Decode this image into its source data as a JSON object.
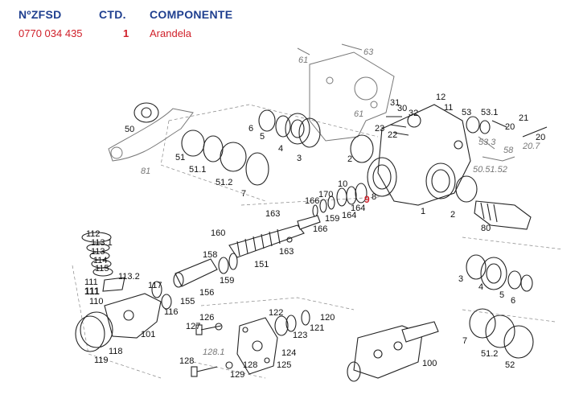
{
  "table": {
    "headers": {
      "code": "NºZFSD",
      "qty": "CTD.",
      "component": "COMPONENTE"
    },
    "row": {
      "code": "0770 034 435",
      "qty": "1",
      "component": "Arandela"
    }
  },
  "colors": {
    "header": "#1f3f8f",
    "row": "#d0202a",
    "highlight": "#d0202a"
  },
  "callouts": {
    "n61": "61",
    "n63": "63",
    "n12": "12",
    "n11": "11",
    "n31": "31",
    "n30": "30",
    "n32": "32",
    "n23": "23",
    "n22": "22",
    "n53": "53",
    "n531": "53.1",
    "n21": "21",
    "n20a": "20",
    "n20b": "20",
    "n533": "53.3",
    "n58": "58",
    "n5051": "50.51.52",
    "n207": "20.7",
    "n6": "6",
    "n5a": "5",
    "n4a": "4",
    "n3a": "3",
    "n50": "50",
    "n51": "51",
    "n511": "51.1",
    "n512a": "51.2",
    "n7a": "7",
    "n81": "81",
    "n2a": "2",
    "n2b": "2",
    "n1": "1",
    "n10": "10",
    "n8": "8",
    "n9": "9",
    "n170": "170",
    "n166a": "166",
    "n164a": "164",
    "n164b": "164",
    "n159a": "159",
    "n166b": "166",
    "n163a": "163",
    "n163b": "163",
    "n160": "160",
    "n158": "158",
    "n151": "151",
    "n159b": "159",
    "n156": "156",
    "n155": "155",
    "n80": "80",
    "n112": "112",
    "n1131": "113.1",
    "n113": "113",
    "n114": "114",
    "n115": "115",
    "n1132": "113.2",
    "n111a": "111",
    "n111b": "111",
    "n110": "110",
    "n117": "117",
    "n116": "116",
    "n101": "101",
    "n118": "118",
    "n119": "119",
    "n126": "126",
    "n127": "127",
    "n122": "122",
    "n123": "123",
    "n121": "121",
    "n120": "120",
    "n1281": "128.1",
    "n124": "124",
    "n128a": "128",
    "n128b": "128",
    "n129": "129",
    "n125": "125",
    "n100": "100",
    "n3b": "3",
    "n4b": "4",
    "n5b": "5",
    "n6b": "6",
    "n7b": "7",
    "n512b": "51.2",
    "n52": "52"
  }
}
